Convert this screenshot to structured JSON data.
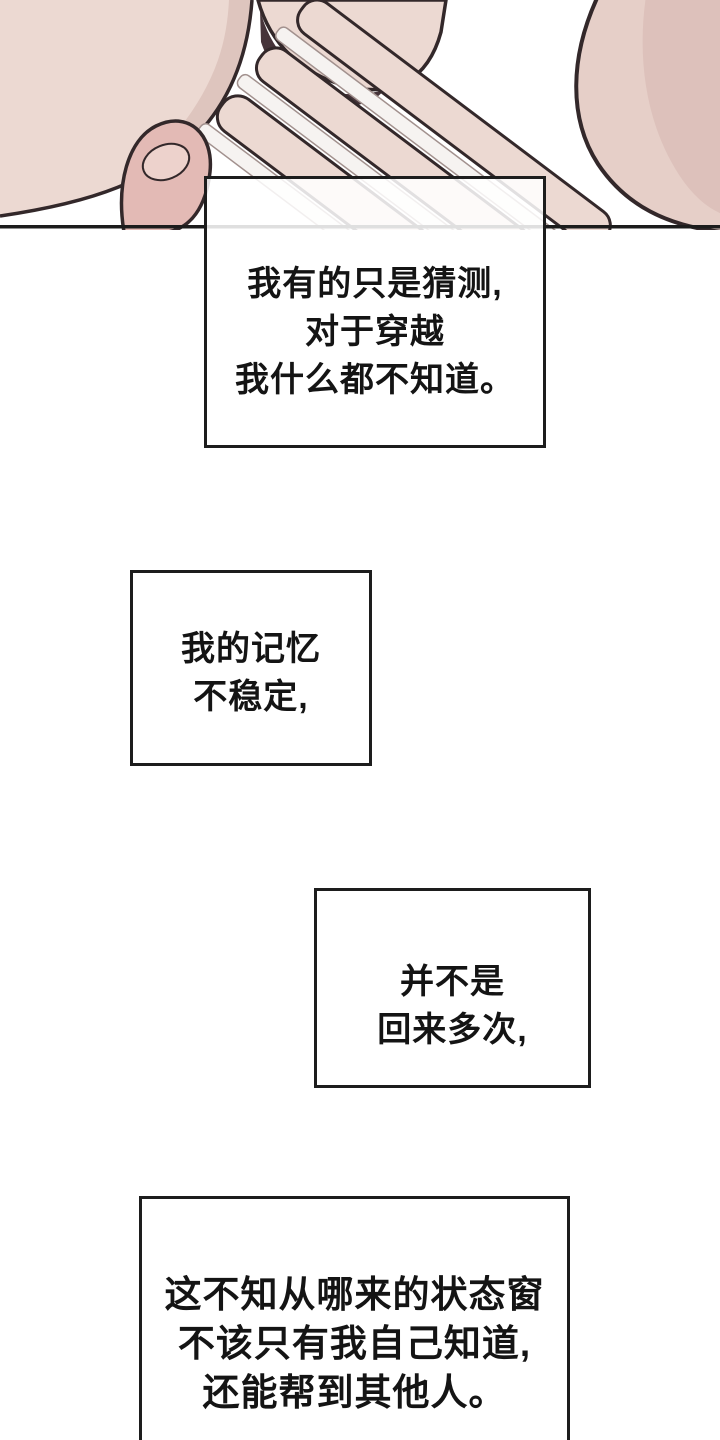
{
  "page": {
    "background_color": "#ffffff",
    "panel_line_color": "#1c1c1c",
    "box_border_color": "#1d1d1d",
    "box_background": "rgba(255,255,255,0.86)",
    "text_color": "#141414"
  },
  "artwork": {
    "label": "hand-raised-to-chin-illustration",
    "colors": {
      "skin": "#ecd9d2",
      "skin_deep": "#e6cfc8",
      "shadow": "#d4b4ad",
      "blush": "#e3bab5",
      "nail": "#edd2cc",
      "outline": "#33282a",
      "dark_shadow": "#46343a",
      "stripe": "#f6f3f1",
      "stripe_edge": "#a2918e"
    }
  },
  "narration": {
    "boxes": [
      {
        "lines": [
          "我有的只是猜测,",
          "对于穿越",
          "我什么都不知道。"
        ]
      },
      {
        "lines": [
          "我的记忆",
          "不稳定,"
        ]
      },
      {
        "lines": [
          "并不是",
          "回来多次,"
        ]
      },
      {
        "lines": [
          "这不知从哪来的状态窗",
          "不该只有我自己知道,",
          "还能帮到其他人。"
        ]
      }
    ]
  }
}
